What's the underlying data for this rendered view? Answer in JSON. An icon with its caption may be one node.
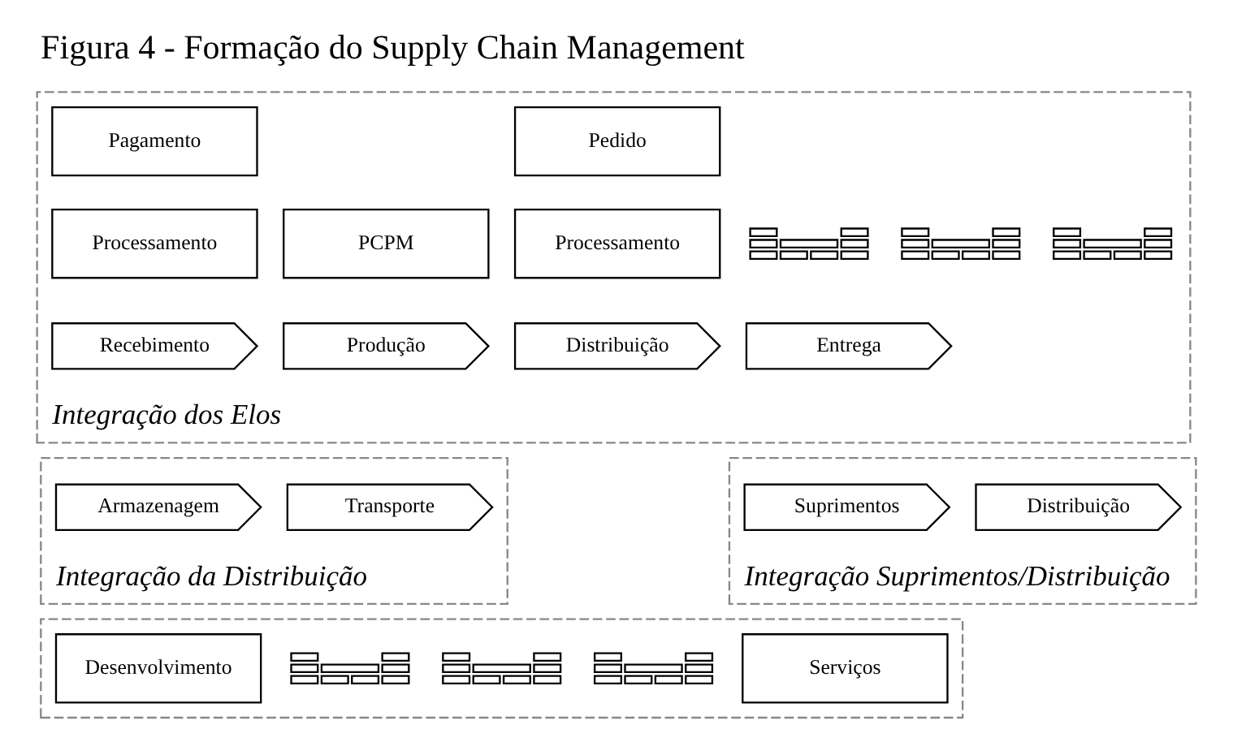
{
  "diagram": {
    "title": "Figura 4 - Formação do Supply Chain Management",
    "nodes": [
      {
        "text": [
          "Integração dos Elos"
        ]
      },
      {
        "text": [
          "Pagamento"
        ],
        "in": 0
      },
      {
        "text": [
          "Pedido"
        ],
        "in": 0
      },
      {
        "text": [
          "Processamento"
        ],
        "in": 0
      },
      {
        "text": [
          "PCPM"
        ],
        "in": 0
      },
      {
        "text": [
          "Processamento"
        ],
        "in": 0
      },
      {
        "text": [
          "Recebimento"
        ],
        "in": 0
      },
      {
        "text": [
          "Produção"
        ],
        "in": 0
      },
      {
        "text": [
          "Distribuição"
        ],
        "in": 0
      },
      {
        "text": [
          "Entrega"
        ],
        "in": 0
      },
      {
        "text": [],
        "shape": "box",
        "in": 0
      },
      {
        "text": [],
        "shape": "box",
        "in": 0
      },
      {
        "text": [],
        "shape": "box",
        "in": 0
      },
      {
        "text": [
          "Integração da Distribuição"
        ]
      },
      {
        "text": [
          "Armazenagem"
        ],
        "in": 13
      },
      {
        "text": [
          "Transporte"
        ],
        "in": 13
      },
      {
        "text": [
          "Integração Suprimentos/Distribuição"
        ]
      },
      {
        "text": [
          "Suprimentos"
        ],
        "in": 16
      },
      {
        "text": [
          "Distribuição"
        ],
        "in": 16
      },
      {
        "text": [],
        "shape": "box"
      },
      {
        "text": [
          "Desenvolvimento"
        ],
        "in": 19
      },
      {
        "text": [],
        "shape": "box",
        "in": 19
      },
      {
        "text": [],
        "shape": "box",
        "in": 19
      },
      {
        "text": [],
        "shape": "box",
        "in": 19
      },
      {
        "text": [
          "Serviços"
        ],
        "in": 19
      }
    ]
  }
}
